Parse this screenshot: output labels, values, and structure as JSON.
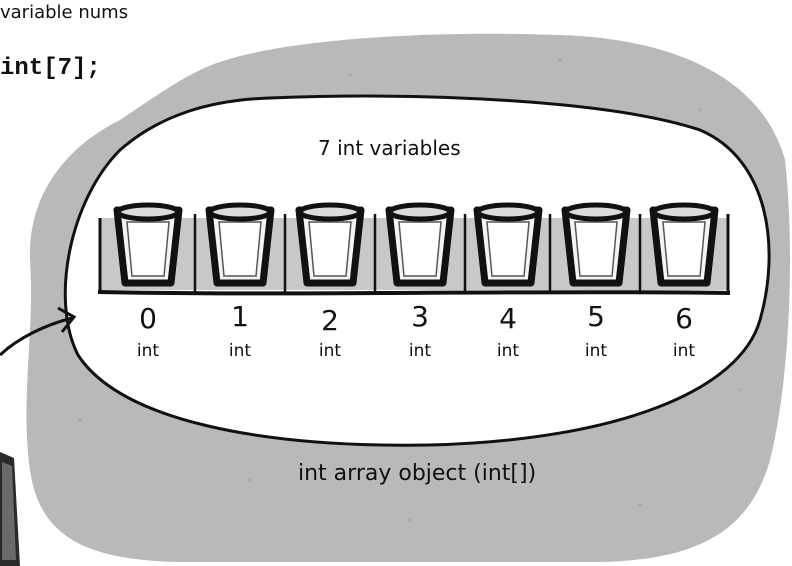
{
  "caption": {
    "variable_text": "variable nums",
    "code_text": "int[7];"
  },
  "array": {
    "title": "7 int variables",
    "object_label": "int array object (int[])",
    "cells": [
      {
        "index": "0",
        "type": "int"
      },
      {
        "index": "1",
        "type": "int"
      },
      {
        "index": "2",
        "type": "int"
      },
      {
        "index": "3",
        "type": "int"
      },
      {
        "index": "4",
        "type": "int"
      },
      {
        "index": "5",
        "type": "int"
      },
      {
        "index": "6",
        "type": "int"
      }
    ]
  },
  "colors": {
    "background_blob": "#b9b9b9",
    "ink": "#111111",
    "oval_fill": "#ffffff",
    "cup_fill": "#f4f4f4"
  }
}
